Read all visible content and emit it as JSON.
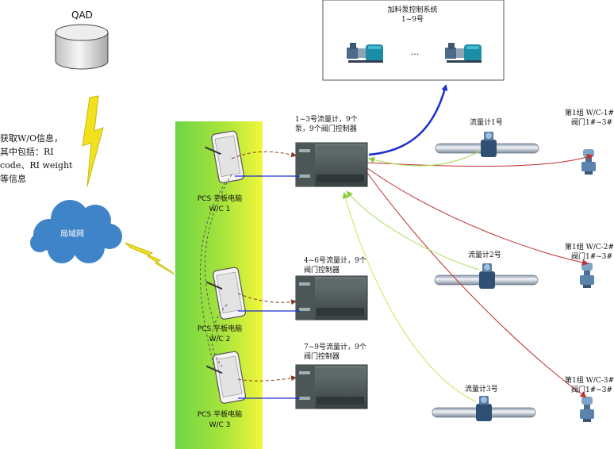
{
  "qad": {
    "label": "QAD"
  },
  "info_note": {
    "lines": [
      "获取W/O信息，",
      "其中包括：RI",
      "code、RI weight",
      "等信息"
    ]
  },
  "lan": {
    "label": "局域网"
  },
  "feeding_system": {
    "title": "加料泵控制系统",
    "subtitle": "1~9号",
    "ellipsis": "…"
  },
  "tablets": [
    {
      "label": "PCS 平板电脑",
      "sub": "W/C 1"
    },
    {
      "label": "PCS 平板电脑",
      "sub": "W/C 2"
    },
    {
      "label": "PCS 平板电脑",
      "sub": "W/C 3"
    }
  ],
  "controllers": [
    {
      "lines": [
        "1~3号流量计，9个",
        "泵，9个阀门控制器"
      ]
    },
    {
      "lines": [
        "4~6号流量计，9个",
        "阀门控制器"
      ]
    },
    {
      "lines": [
        "7~9号流量计，9个",
        "阀门控制器"
      ]
    }
  ],
  "flowmeters": [
    {
      "label": "流量计1号"
    },
    {
      "label": "流量计2号"
    },
    {
      "label": "流量计3号"
    }
  ],
  "valve_groups": [
    {
      "lines": [
        "第1组 W/C-1#",
        "阀门1#~3#"
      ]
    },
    {
      "lines": [
        "第1组 W/C-2#",
        "阀门1#~3#"
      ]
    },
    {
      "lines": [
        "第1组 W/C-3#",
        "阀门1#~3#"
      ]
    }
  ],
  "colors": {
    "green_band_left": "#7bd84a",
    "green_band_right": "#eef53a",
    "cloud": "#3f83c8",
    "lightning": "#f2e21e",
    "blue_link": "#1a2fd0",
    "red_link": "#c03030",
    "green_link": "#9ed84a"
  }
}
